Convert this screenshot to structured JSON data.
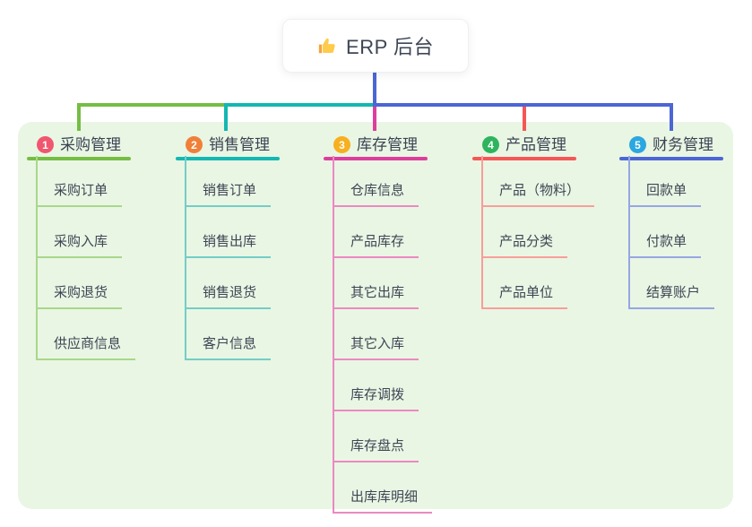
{
  "root": {
    "label": "ERP 后台",
    "icon": "thumbs-up-icon"
  },
  "branches": [
    {
      "badge": "1",
      "label": "采购管理",
      "badge_color": "#F1566F",
      "line_color": "#76BD43",
      "sub_line_color": "#A8D78A",
      "items": [
        "采购订单",
        "采购入库",
        "采购退货",
        "供应商信息"
      ]
    },
    {
      "badge": "2",
      "label": "销售管理",
      "badge_color": "#F08039",
      "line_color": "#14B7B1",
      "sub_line_color": "#74CDC7",
      "items": [
        "销售订单",
        "销售出库",
        "销售退货",
        "客户信息"
      ]
    },
    {
      "badge": "3",
      "label": "库存管理",
      "badge_color": "#F7B01E",
      "line_color": "#DD3E9C",
      "sub_line_color": "#EC89C2",
      "items": [
        "仓库信息",
        "产品库存",
        "其它出库",
        "其它入库",
        "库存调拨",
        "库存盘点",
        "出库库明细"
      ]
    },
    {
      "badge": "4",
      "label": "产品管理",
      "badge_color": "#2EB45E",
      "line_color": "#F65656",
      "sub_line_color": "#F99E99",
      "items": [
        "产品（物料）",
        "产品分类",
        "产品单位"
      ]
    },
    {
      "badge": "5",
      "label": "财务管理",
      "badge_color": "#2BA7E1",
      "line_color": "#4C66D4",
      "sub_line_color": "#97A6E3",
      "items": [
        "回款单",
        "付款单",
        "结算账户"
      ]
    }
  ],
  "colors": {
    "root_drop": "#4C66D4",
    "panel_background": "#E9F6E4",
    "text": "#3E4554"
  }
}
